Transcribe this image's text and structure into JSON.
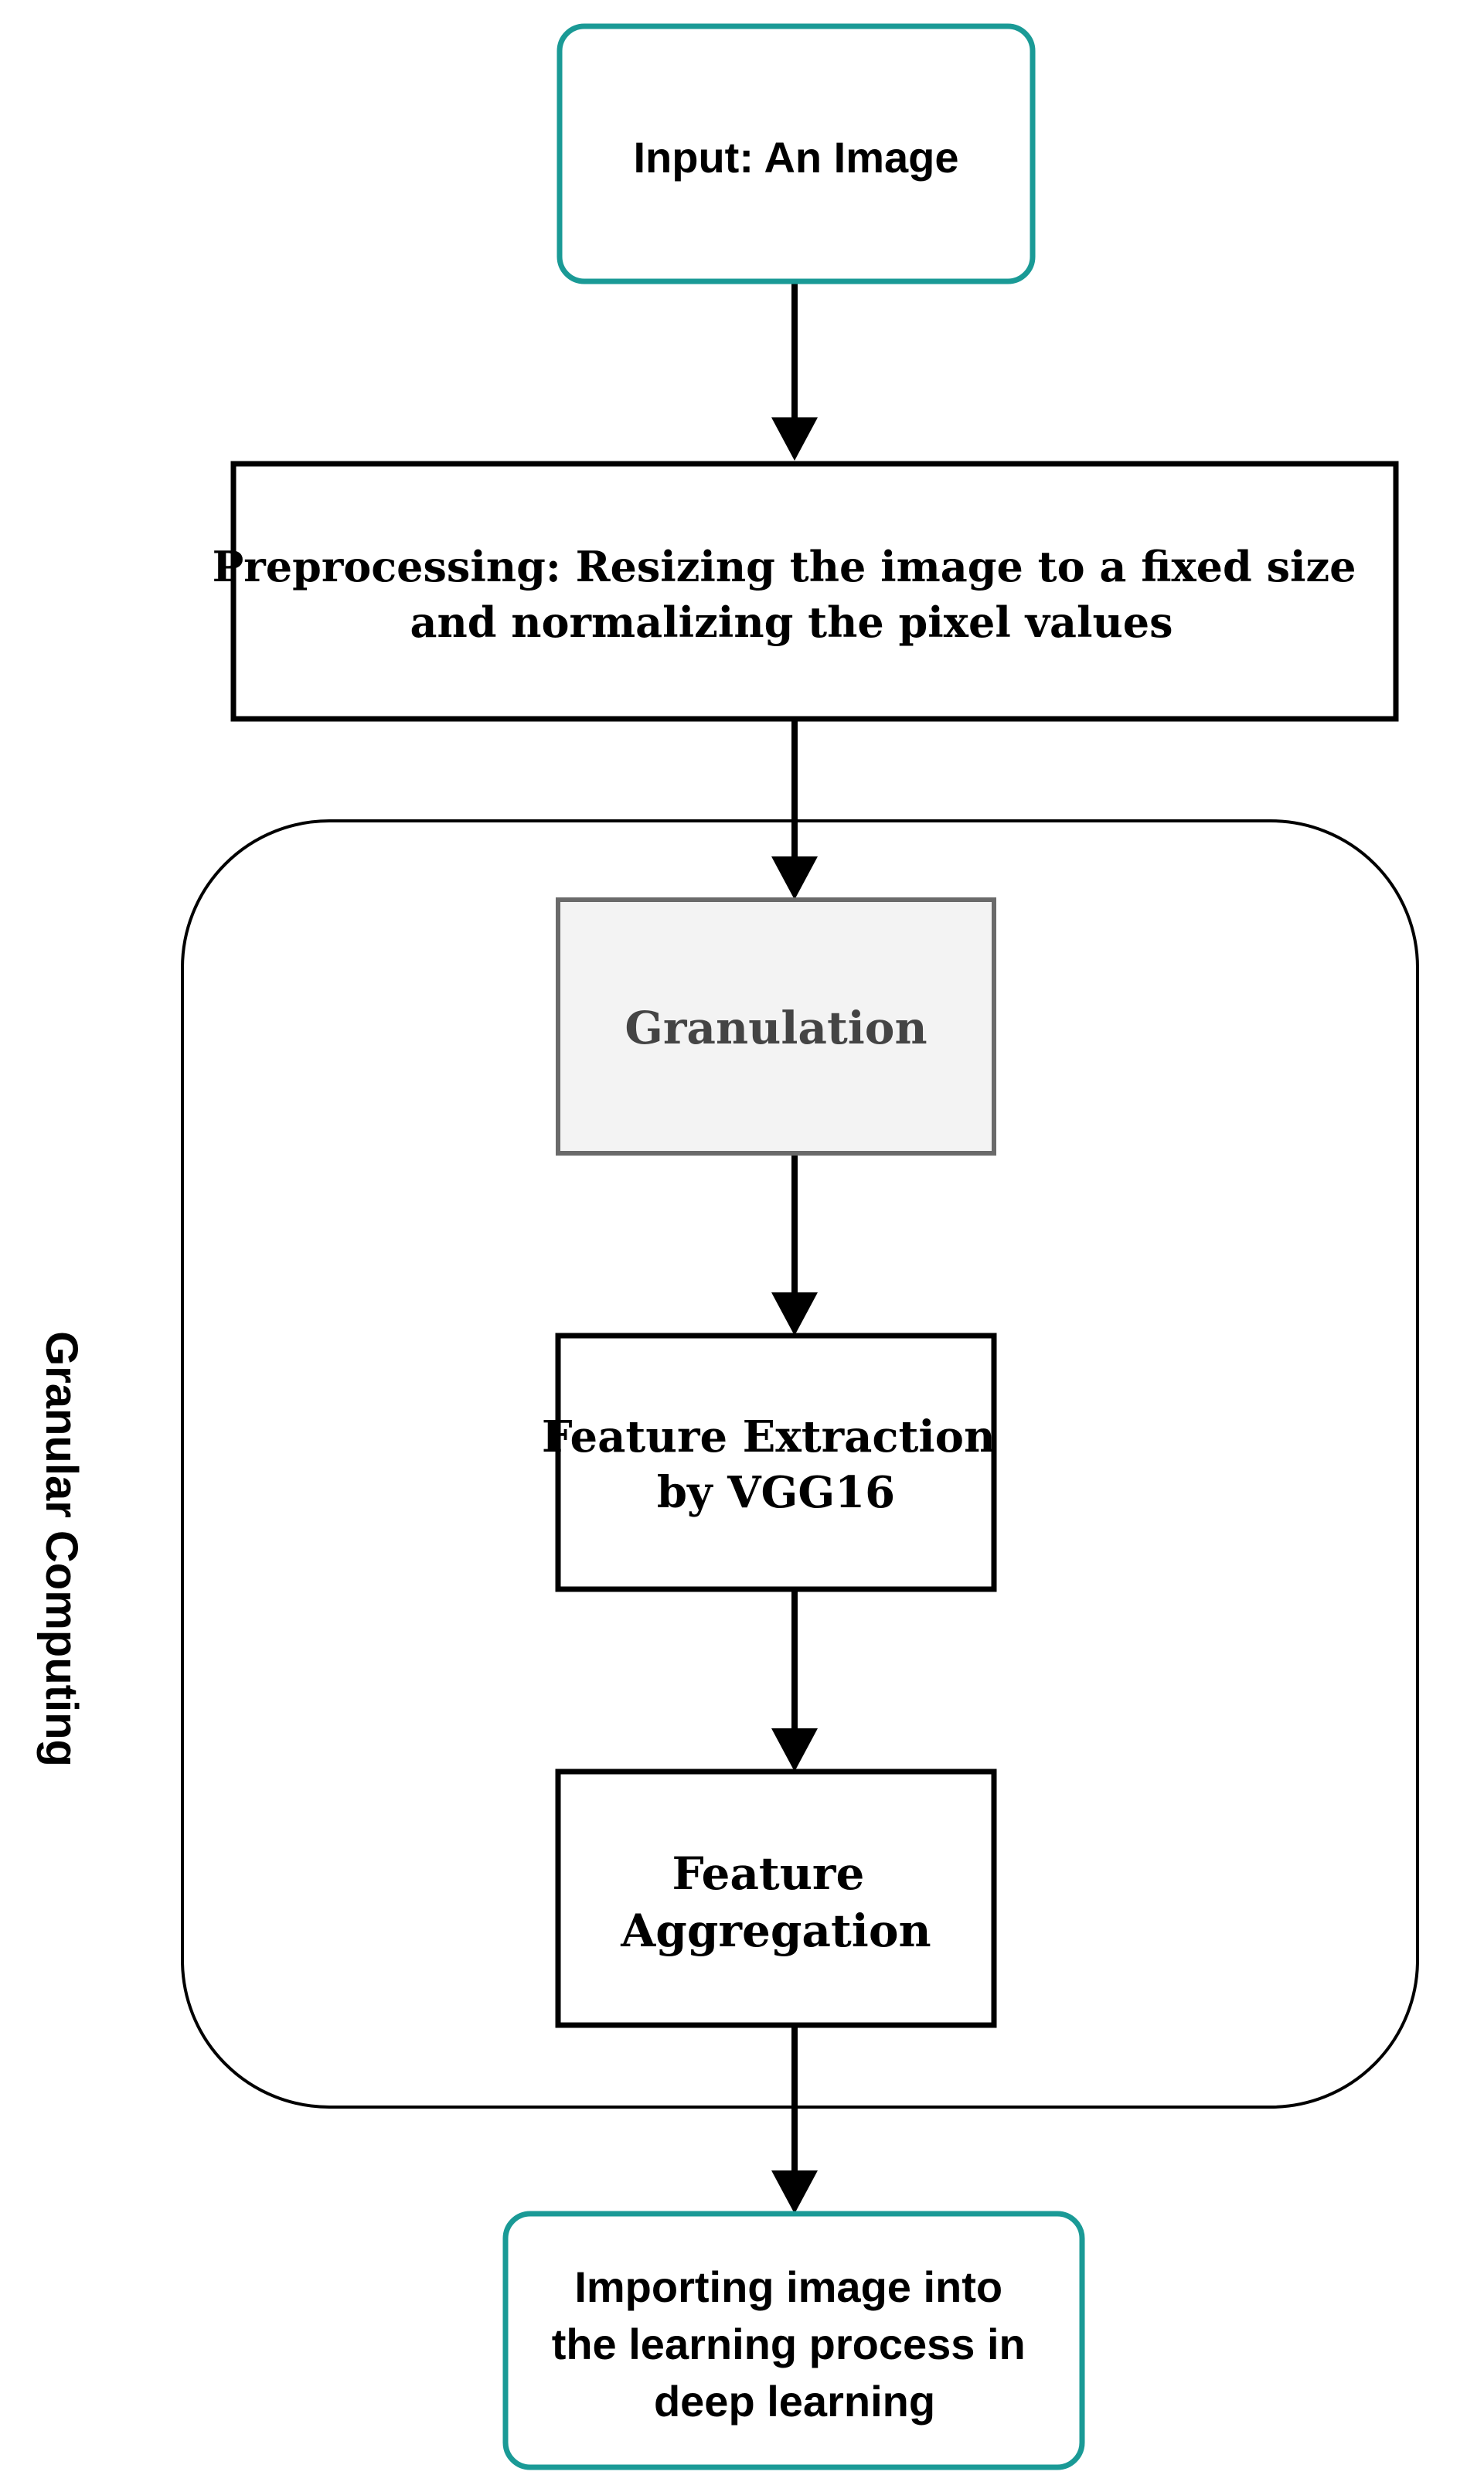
{
  "nodes": {
    "input": {
      "lines": [
        "Input: An Image"
      ]
    },
    "preprocessing": {
      "lines": [
        "Preprocessing: Resizing the image to a fixed size",
        "and normalizing the pixel values"
      ]
    },
    "granulation": {
      "lines": [
        "Granulation"
      ]
    },
    "feature_extraction": {
      "lines": [
        "Feature Extraction",
        "by VGG16"
      ]
    },
    "feature_aggregation": {
      "lines": [
        "Feature",
        "Aggregation"
      ]
    },
    "output": {
      "lines": [
        "Importing image into",
        "the learning process in",
        "deep learning"
      ]
    }
  },
  "group": {
    "label": "Granular Computing"
  },
  "colors": {
    "terminal_border": "#1a9a96",
    "process_border": "#000000",
    "granulation_border": "#6a6a6a",
    "granulation_fill": "#f3f3f3",
    "arrow": "#000000"
  }
}
